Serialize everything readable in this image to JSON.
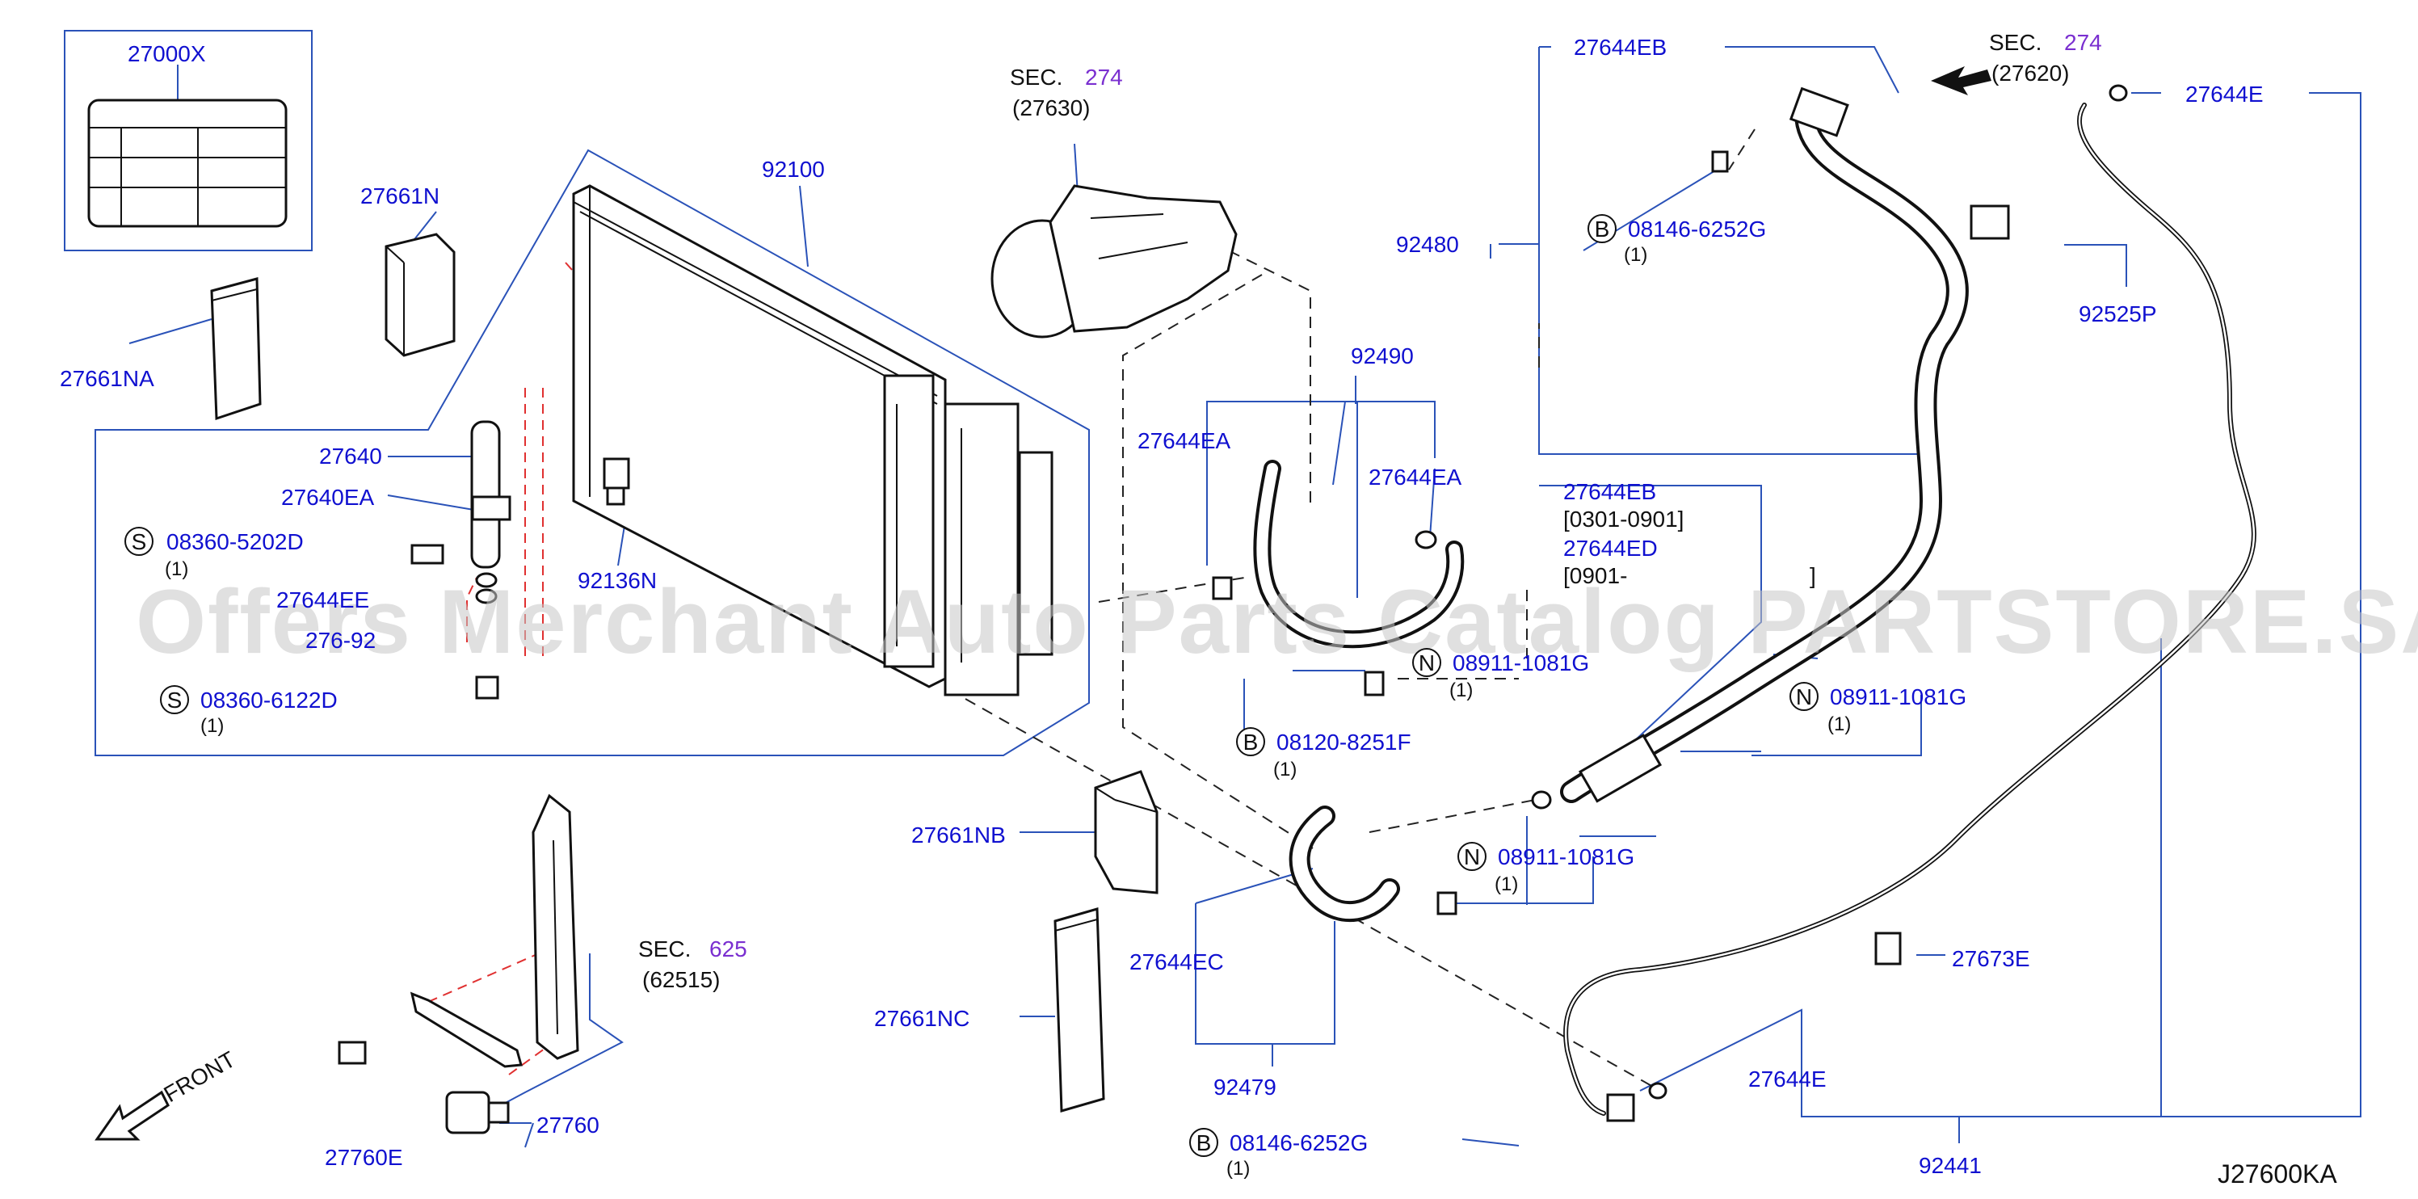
{
  "watermark": "Offers Merchant Auto Parts Catalog PARTSTORE.SA",
  "diagram_code": "J27600KA",
  "front_label": "FRONT",
  "sections": [
    {
      "prefix": "SEC.",
      "num": "274",
      "ref": "(27630)"
    },
    {
      "prefix": "SEC.",
      "num": "274",
      "ref": "(27620)"
    },
    {
      "prefix": "SEC.",
      "num": "625",
      "ref": "(62515)"
    }
  ],
  "labels": {
    "p27000X": "27000X",
    "p27661N": "27661N",
    "p27661NA": "27661NA",
    "p92100": "92100",
    "p27640": "27640",
    "p27640EA": "27640EA",
    "p27644EE": "27644EE",
    "p27642": "276-92",
    "p92136N": "92136N",
    "p92490": "92490",
    "p27644EA_1": "27644EA",
    "p27644EA_2": "27644EA",
    "p92480": "92480",
    "p27644EB_top": "27644EB",
    "p27644E_top": "27644E",
    "p92525P": "92525P",
    "p27644EB_mid": "27644EB",
    "p27644ED": "27644ED",
    "date1": "[0301-0901]",
    "date2": "[0901-",
    "date2_end": "]",
    "p27661NB": "27661NB",
    "p27644EC": "27644EC",
    "p92479": "92479",
    "p27661NC": "27661NC",
    "p27760E": "27760E",
    "p27760": "27760",
    "p27673E": "27673E",
    "p27644E_bot": "27644E",
    "p92441": "92441"
  },
  "fasteners": [
    {
      "sym": "S",
      "code": "08360-5202D",
      "qty": "(1)"
    },
    {
      "sym": "S",
      "code": "08360-6122D",
      "qty": "(1)"
    },
    {
      "sym": "B",
      "code": "08146-6252G",
      "qty": "(1)"
    },
    {
      "sym": "B",
      "code": "08120-8251F",
      "qty": "(1)"
    },
    {
      "sym": "N",
      "code": "08911-1081G",
      "qty": "(1)"
    },
    {
      "sym": "N",
      "code": "08911-1081G",
      "qty": "(1)"
    },
    {
      "sym": "N",
      "code": "08911-1081G",
      "qty": "(1)"
    },
    {
      "sym": "B",
      "code": "08146-6252G",
      "qty": "(1)"
    }
  ]
}
